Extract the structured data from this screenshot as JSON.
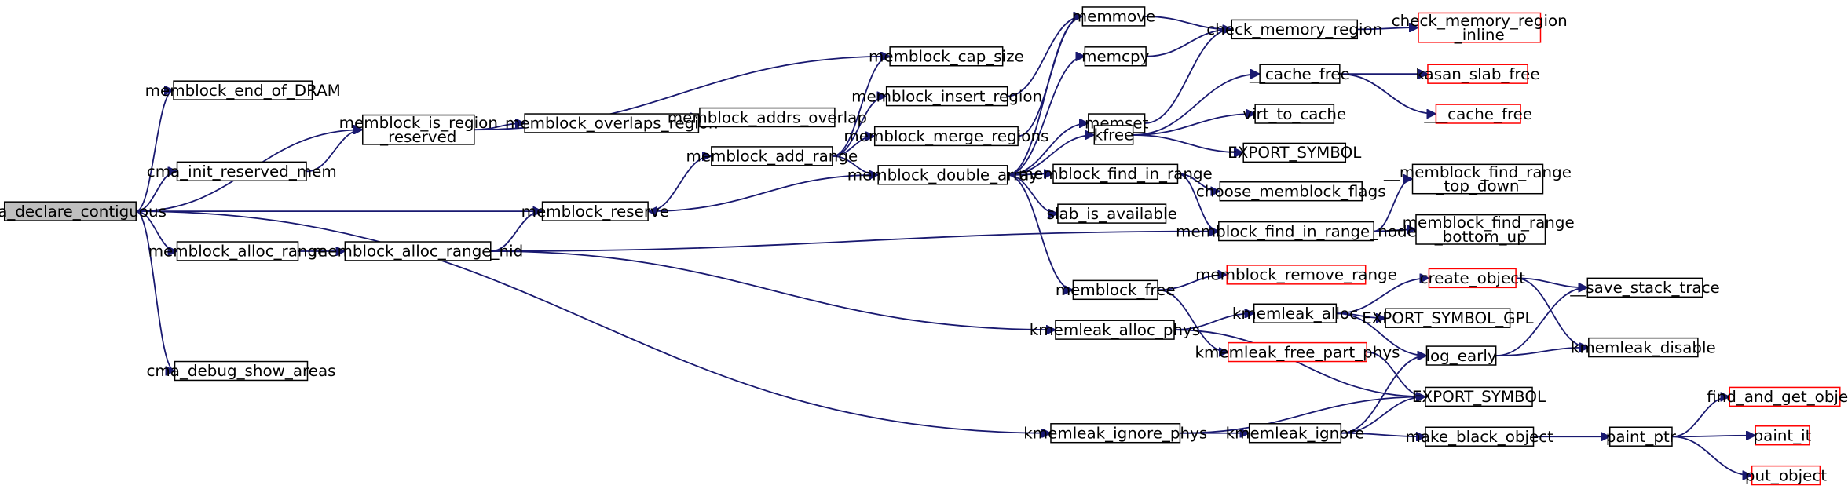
{
  "graph": {
    "colors": {
      "edge": "#191970",
      "root_fill": "#bfbfbf",
      "normal_border": "#000000",
      "truncated_border": "#ff0000"
    },
    "nodes": [
      {
        "id": "root",
        "lines": [
          "cma_declare_contiguous"
        ],
        "style": "root"
      },
      {
        "id": "eod",
        "lines": [
          "memblock_end_of_DRAM"
        ]
      },
      {
        "id": "isres",
        "lines": [
          "memblock_is_region",
          "_reserved"
        ]
      },
      {
        "id": "cirm",
        "lines": [
          "cma_init_reserved_mem"
        ]
      },
      {
        "id": "mar",
        "lines": [
          "memblock_alloc_range"
        ]
      },
      {
        "id": "cdsa",
        "lines": [
          "cma_debug_show_areas"
        ]
      },
      {
        "id": "mcs",
        "lines": [
          "memblock_cap_size"
        ]
      },
      {
        "id": "mor",
        "lines": [
          "memblock_overlaps_region"
        ]
      },
      {
        "id": "mao",
        "lines": [
          "memblock_addrs_overlap"
        ]
      },
      {
        "id": "mres",
        "lines": [
          "memblock_reserve"
        ]
      },
      {
        "id": "marn",
        "lines": [
          "memblock_alloc_range_nid"
        ]
      },
      {
        "id": "mir",
        "lines": [
          "memblock_insert_region"
        ]
      },
      {
        "id": "madd",
        "lines": [
          "memblock_add_range"
        ]
      },
      {
        "id": "mmr",
        "lines": [
          "memblock_merge_regions"
        ]
      },
      {
        "id": "mda",
        "lines": [
          "memblock_double_array"
        ]
      },
      {
        "id": "mmove",
        "lines": [
          "memmove"
        ]
      },
      {
        "id": "mcpy",
        "lines": [
          "memcpy"
        ]
      },
      {
        "id": "mset",
        "lines": [
          "memset"
        ]
      },
      {
        "id": "kfree",
        "lines": [
          "kfree"
        ]
      },
      {
        "id": "mfir",
        "lines": [
          "memblock_find_in_range"
        ]
      },
      {
        "id": "sia",
        "lines": [
          "slab_is_available"
        ]
      },
      {
        "id": "mfree",
        "lines": [
          "memblock_free"
        ]
      },
      {
        "id": "kap",
        "lines": [
          "kmemleak_alloc_phys"
        ]
      },
      {
        "id": "kip",
        "lines": [
          "kmemleak_ignore_phys"
        ]
      },
      {
        "id": "cmr",
        "lines": [
          "check_memory_region"
        ]
      },
      {
        "id": "cmri",
        "lines": [
          "check_memory_region",
          "_inline"
        ],
        "style": "truncated"
      },
      {
        "id": "cfree",
        "lines": [
          "__cache_free"
        ]
      },
      {
        "id": "vtc",
        "lines": [
          "virt_to_cache"
        ]
      },
      {
        "id": "es1",
        "lines": [
          "EXPORT_SYMBOL"
        ]
      },
      {
        "id": "ksf",
        "lines": [
          "kasan_slab_free"
        ],
        "style": "truncated"
      },
      {
        "id": "ucf",
        "lines": [
          "___cache_free"
        ],
        "style": "truncated"
      },
      {
        "id": "cmf",
        "lines": [
          "choose_memblock_flags"
        ]
      },
      {
        "id": "mfirn",
        "lines": [
          "memblock_find_in_range_node"
        ]
      },
      {
        "id": "mfrtd",
        "lines": [
          "__memblock_find_range",
          "_top_down"
        ]
      },
      {
        "id": "mfrbu",
        "lines": [
          "__memblock_find_range",
          "_bottom_up"
        ]
      },
      {
        "id": "mrr",
        "lines": [
          "memblock_remove_range"
        ],
        "style": "truncated"
      },
      {
        "id": "kfpp",
        "lines": [
          "kmemleak_free_part_phys"
        ],
        "style": "truncated"
      },
      {
        "id": "kalloc",
        "lines": [
          "kmemleak_alloc"
        ]
      },
      {
        "id": "cobj",
        "lines": [
          "create_object"
        ],
        "style": "truncated"
      },
      {
        "id": "egpl",
        "lines": [
          "EXPORT_SYMBOL_GPL"
        ]
      },
      {
        "id": "lge",
        "lines": [
          "log_early"
        ]
      },
      {
        "id": "sst",
        "lines": [
          "__save_stack_trace"
        ]
      },
      {
        "id": "kdis",
        "lines": [
          "kmemleak_disable"
        ]
      },
      {
        "id": "es2",
        "lines": [
          "EXPORT_SYMBOL"
        ]
      },
      {
        "id": "kign",
        "lines": [
          "kmemleak_ignore"
        ]
      },
      {
        "id": "mbo",
        "lines": [
          "make_black_object"
        ]
      },
      {
        "id": "pptr",
        "lines": [
          "paint_ptr"
        ]
      },
      {
        "id": "fgo",
        "lines": [
          "find_and_get_object"
        ],
        "style": "truncated"
      },
      {
        "id": "pit",
        "lines": [
          "paint_it"
        ],
        "style": "truncated"
      },
      {
        "id": "pobj",
        "lines": [
          "put_object"
        ],
        "style": "truncated"
      }
    ],
    "edges": [
      [
        "root",
        "eod"
      ],
      [
        "root",
        "isres"
      ],
      [
        "root",
        "cirm"
      ],
      [
        "root",
        "mres"
      ],
      [
        "root",
        "mar"
      ],
      [
        "root",
        "kip"
      ],
      [
        "root",
        "cdsa"
      ],
      [
        "cirm",
        "isres"
      ],
      [
        "isres",
        "mcs"
      ],
      [
        "isres",
        "mor"
      ],
      [
        "mor",
        "mao"
      ],
      [
        "mar",
        "marn"
      ],
      [
        "marn",
        "mres"
      ],
      [
        "marn",
        "mfirn"
      ],
      [
        "marn",
        "kap"
      ],
      [
        "mres",
        "madd"
      ],
      [
        "madd",
        "mcs"
      ],
      [
        "madd",
        "mir"
      ],
      [
        "madd",
        "mmr"
      ],
      [
        "madd",
        "mda"
      ],
      [
        "mir",
        "mmove"
      ],
      [
        "mmr",
        "mmove"
      ],
      [
        "mda",
        "mres"
      ],
      [
        "mda",
        "mmove"
      ],
      [
        "mda",
        "mcpy"
      ],
      [
        "mda",
        "mset"
      ],
      [
        "mda",
        "kfree"
      ],
      [
        "mda",
        "mfir"
      ],
      [
        "mda",
        "sia"
      ],
      [
        "mda",
        "mfree"
      ],
      [
        "mmove",
        "cmr"
      ],
      [
        "mcpy",
        "cmr"
      ],
      [
        "mset",
        "cmr"
      ],
      [
        "cmr",
        "cmri"
      ],
      [
        "kfree",
        "cfree"
      ],
      [
        "kfree",
        "vtc"
      ],
      [
        "kfree",
        "es1"
      ],
      [
        "cfree",
        "ksf"
      ],
      [
        "cfree",
        "ucf"
      ],
      [
        "mfir",
        "cmf"
      ],
      [
        "mfir",
        "mfirn"
      ],
      [
        "mfirn",
        "mfrtd"
      ],
      [
        "mfirn",
        "mfrbu"
      ],
      [
        "mfree",
        "mrr"
      ],
      [
        "mfree",
        "kfpp"
      ],
      [
        "kap",
        "kalloc"
      ],
      [
        "kap",
        "es2"
      ],
      [
        "kalloc",
        "cobj"
      ],
      [
        "kalloc",
        "egpl"
      ],
      [
        "kalloc",
        "lge"
      ],
      [
        "cobj",
        "sst"
      ],
      [
        "cobj",
        "kdis"
      ],
      [
        "lge",
        "sst"
      ],
      [
        "lge",
        "kdis"
      ],
      [
        "kfpp",
        "es2"
      ],
      [
        "kip",
        "kign"
      ],
      [
        "kip",
        "es2"
      ],
      [
        "kign",
        "lge"
      ],
      [
        "kign",
        "es2"
      ],
      [
        "kign",
        "mbo"
      ],
      [
        "mbo",
        "pptr"
      ],
      [
        "pptr",
        "fgo"
      ],
      [
        "pptr",
        "pit"
      ],
      [
        "pptr",
        "pobj"
      ]
    ]
  }
}
